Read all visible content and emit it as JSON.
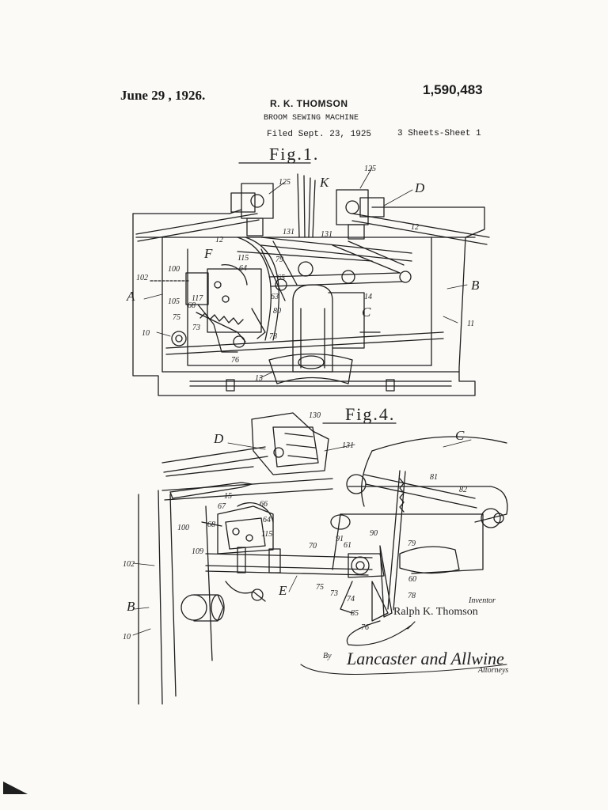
{
  "header": {
    "date": "June 29 , 1926.",
    "patent_number": "1,590,483",
    "inventor": "R. K. THOMSON",
    "title": "BROOM SEWING MACHINE",
    "filed": "Filed Sept. 23, 1925",
    "sheets": "3 Sheets-Sheet 1"
  },
  "figures": [
    {
      "title": "Fig.1.",
      "labels": [
        "125",
        "K",
        "125",
        "D",
        "12",
        "12",
        "131",
        "131",
        "F",
        "115",
        "79",
        "64",
        "100",
        "65",
        "102",
        "117",
        "63",
        "68",
        "105",
        "A",
        "B",
        "75",
        "80",
        "14",
        "C",
        "11",
        "73",
        "10",
        "78",
        "76",
        "13"
      ]
    },
    {
      "title": "Fig.4.",
      "labels": [
        "130",
        "131",
        "D",
        "C",
        "15",
        "81",
        "82",
        "67",
        "66",
        "68",
        "64",
        "100",
        "115",
        "70",
        "61",
        "91",
        "90",
        "79",
        "109",
        "102",
        "60",
        "75",
        "73",
        "74",
        "78",
        "E",
        "B",
        "10",
        "85",
        "76"
      ]
    }
  ],
  "signature": {
    "inventor_caption": "Inventor",
    "inventor_name": "Ralph K. Thomson",
    "by": "By",
    "attorneys": "Lancaster and Allwine",
    "attorney_caption": "Attorneys"
  }
}
